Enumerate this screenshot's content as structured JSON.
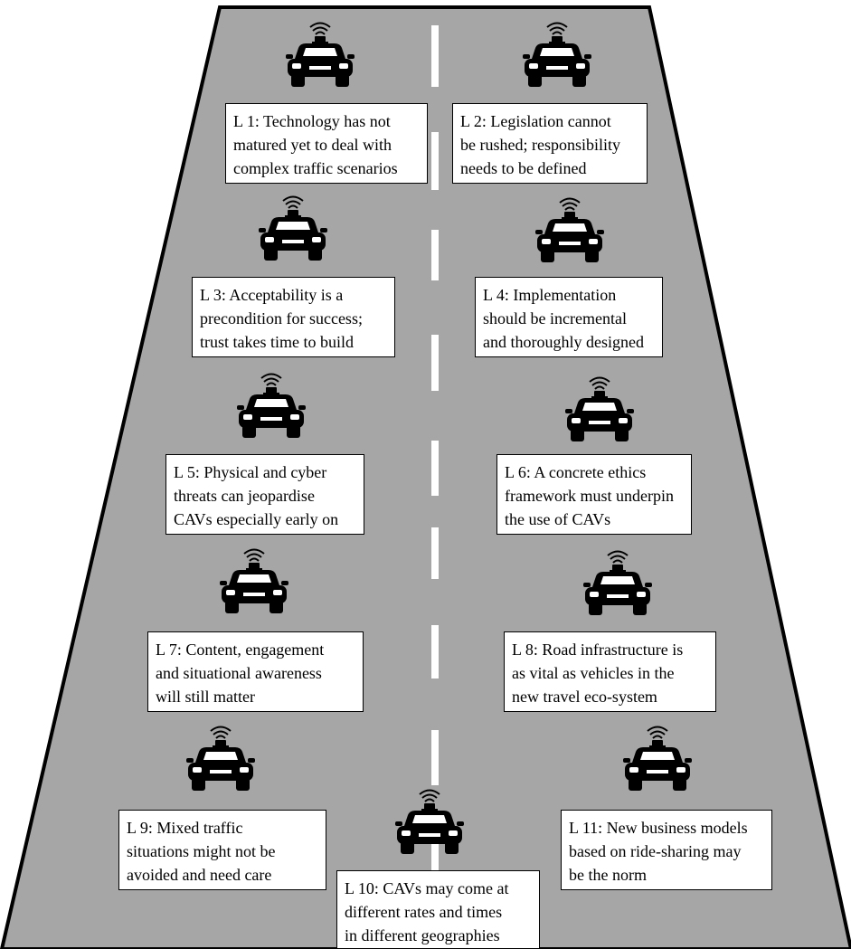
{
  "colors": {
    "road": "#a6a6a6",
    "road_edge": "#000000",
    "lane_marking": "#ffffff",
    "box_background": "#ffffff",
    "box_border": "#000000",
    "car": "#000000"
  },
  "icon": "autonomous-car-icon",
  "lessons": [
    {
      "id": "L1",
      "lines": [
        "L 1: Technology has not",
        "matured yet to deal with",
        "complex traffic scenarios"
      ]
    },
    {
      "id": "L2",
      "lines": [
        "L 2: Legislation cannot",
        "be rushed; responsibility",
        "needs to be defined"
      ]
    },
    {
      "id": "L3",
      "lines": [
        "L 3: Acceptability is a",
        "precondition for success;",
        "trust takes time to build"
      ]
    },
    {
      "id": "L4",
      "lines": [
        "L 4: Implementation",
        "should be incremental",
        "and thoroughly designed"
      ]
    },
    {
      "id": "L5",
      "lines": [
        "L 5: Physical and cyber",
        "threats can jeopardise",
        "CAVs especially early on"
      ]
    },
    {
      "id": "L6",
      "lines": [
        "L 6: A concrete ethics",
        "framework must underpin",
        "the use of CAVs"
      ]
    },
    {
      "id": "L7",
      "lines": [
        "L 7: Content, engagement",
        "and situational awareness",
        "will still matter"
      ]
    },
    {
      "id": "L8",
      "lines": [
        "L 8: Road infrastructure is",
        "as vital as vehicles in the",
        "new travel eco-system"
      ]
    },
    {
      "id": "L9",
      "lines": [
        "L 9: Mixed traffic",
        "situations might not be",
        "avoided and need care"
      ]
    },
    {
      "id": "L10",
      "lines": [
        "L 10: CAVs may come at",
        "different rates and times",
        "in different geographies"
      ]
    },
    {
      "id": "L11",
      "lines": [
        "L 11: New business models",
        "based on ride-sharing may",
        "be the norm"
      ]
    }
  ]
}
